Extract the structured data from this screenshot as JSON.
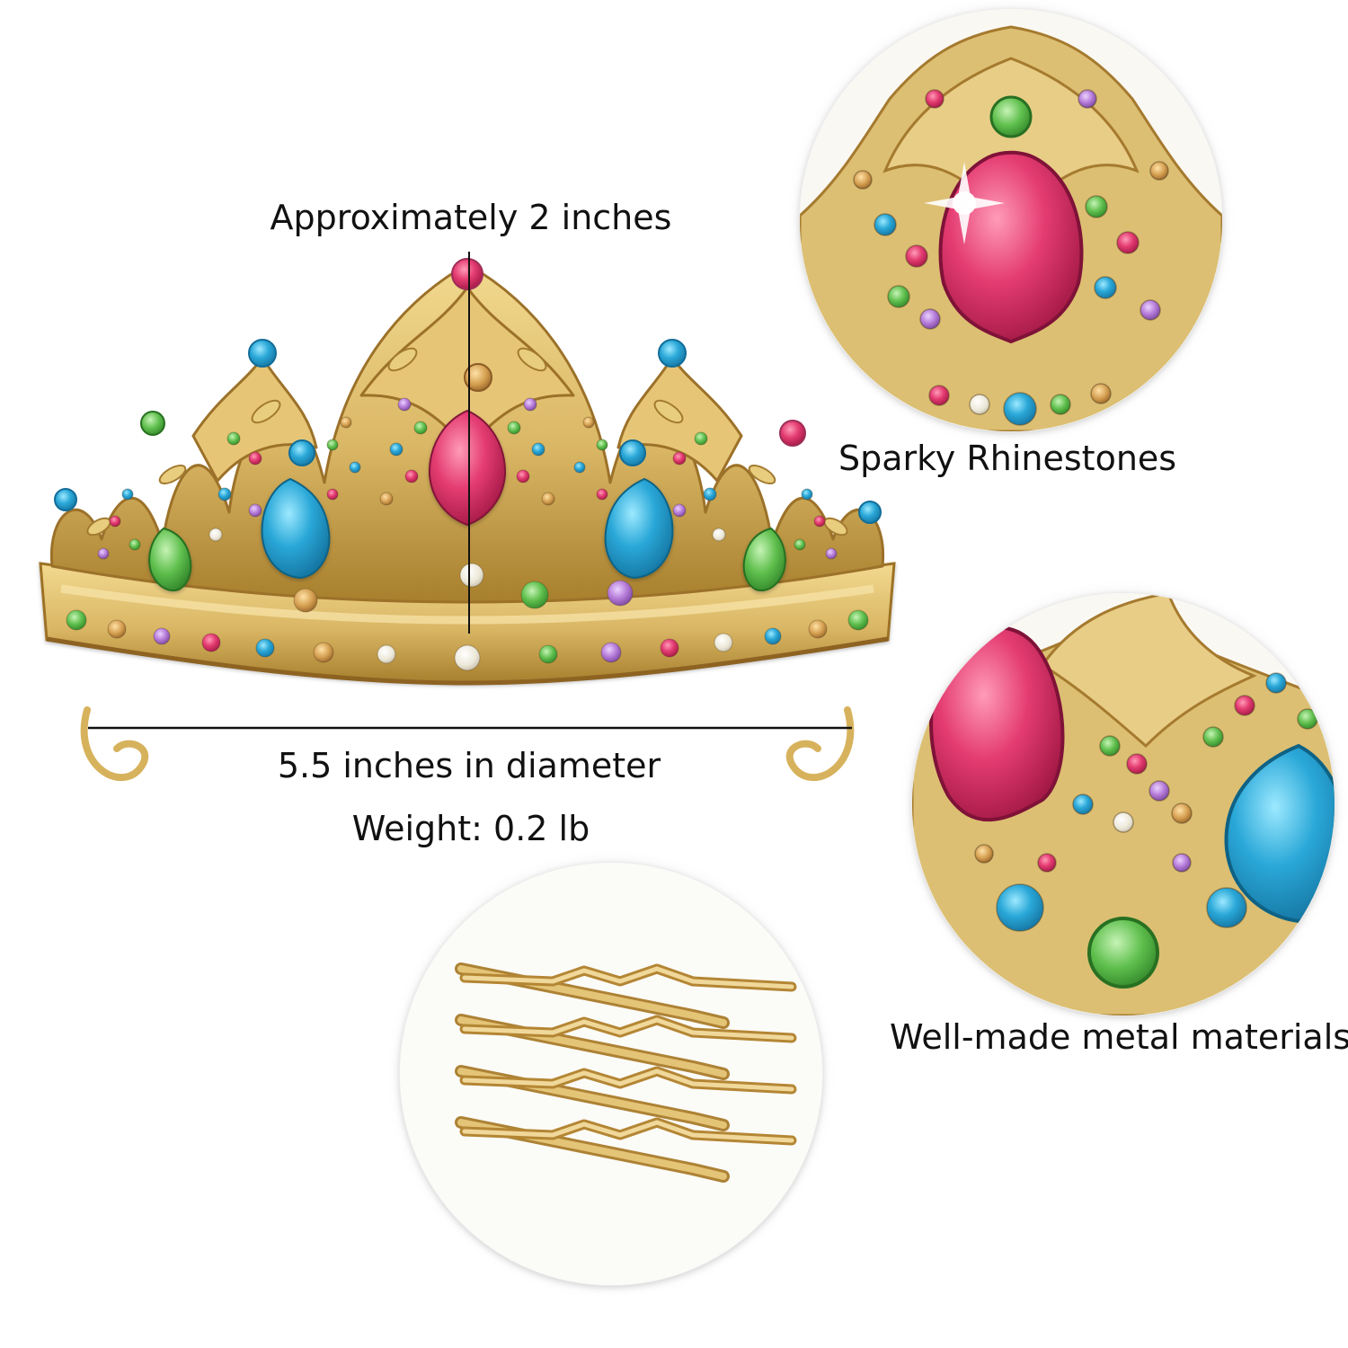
{
  "dimensions": {
    "height_label": "Approximately 2 inches",
    "diameter_label": "5.5 inches  in diameter",
    "weight_label": "Weight: 0.2 lb"
  },
  "features": {
    "rhinestones_caption": "Sparky Rhinestones",
    "metal_caption": "Well-made metal materials"
  },
  "colors": {
    "gold": "#d9b664",
    "gold_dark": "#a77f2d",
    "gem_pink": "#df3f71",
    "gem_blue": "#2aa8d8",
    "gem_green": "#59b947",
    "gem_purple": "#b57ad8",
    "gem_amber": "#d39d4e",
    "gem_opal": "#edeae2"
  }
}
